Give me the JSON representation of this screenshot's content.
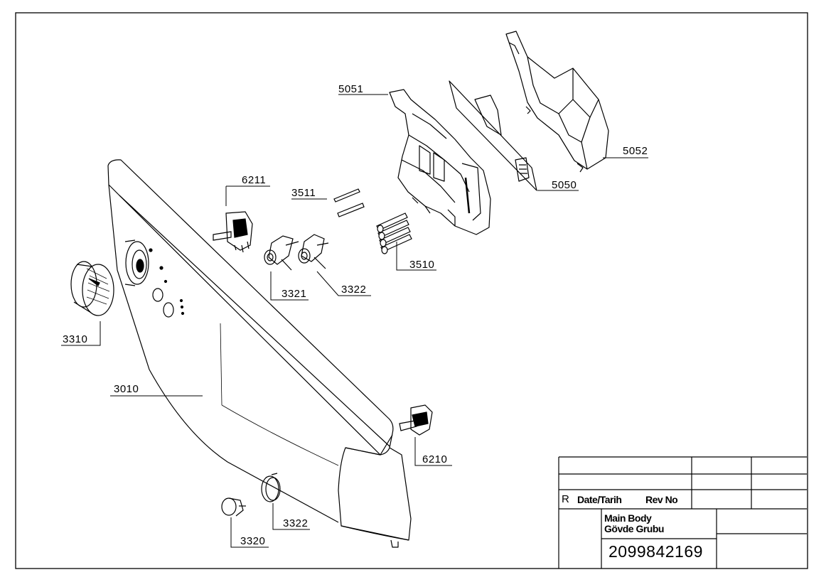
{
  "parts": {
    "p5051": "5051",
    "p5052": "5052",
    "p5050": "5050",
    "p6211": "6211",
    "p3511": "3511",
    "p3510": "3510",
    "p3321": "3321",
    "p3322_top": "3322",
    "p3310": "3310",
    "p3010": "3010",
    "p6210": "6210",
    "p3322_bottom": "3322",
    "p3320": "3320"
  },
  "title_block": {
    "revision_marker": "R",
    "date_header": "Date/Tarih",
    "rev_header": "Rev No",
    "title_en": "Main Body",
    "title_tr": "Gövde Grubu",
    "drawing_number": "2099842169"
  }
}
